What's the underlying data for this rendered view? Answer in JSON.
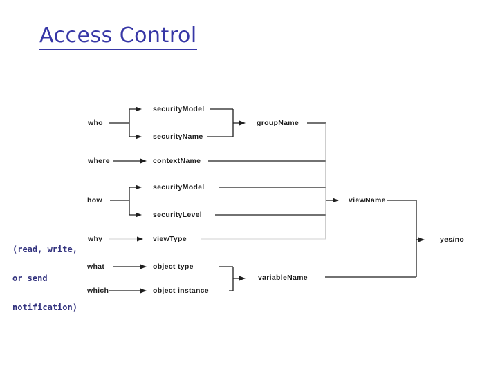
{
  "slide": {
    "title": "Access Control"
  },
  "annotation": {
    "line1": "(read, write,",
    "line2": "or send",
    "line3": "notification)"
  },
  "colors": {
    "title_blue": "#3737a6",
    "annotation_navy": "#32327e",
    "diagram_line": "#1f1f1f",
    "diagram_faint_line": "#d2d2d2",
    "background": "#ffffff"
  },
  "diagram": {
    "questions": {
      "who": "who",
      "where": "where",
      "how": "how",
      "why": "why",
      "what": "what",
      "which": "which"
    },
    "nodes": {
      "security_model_top": "securityModel",
      "security_name": "securityName",
      "context_name": "contextName",
      "security_model_mid": "securityModel",
      "security_level": "securityLevel",
      "view_type": "viewType",
      "object_type": "object type",
      "object_instance": "object instance",
      "group_name": "groupName",
      "view_name": "viewName",
      "variable_name": "variableName"
    },
    "result": "yes/no"
  }
}
